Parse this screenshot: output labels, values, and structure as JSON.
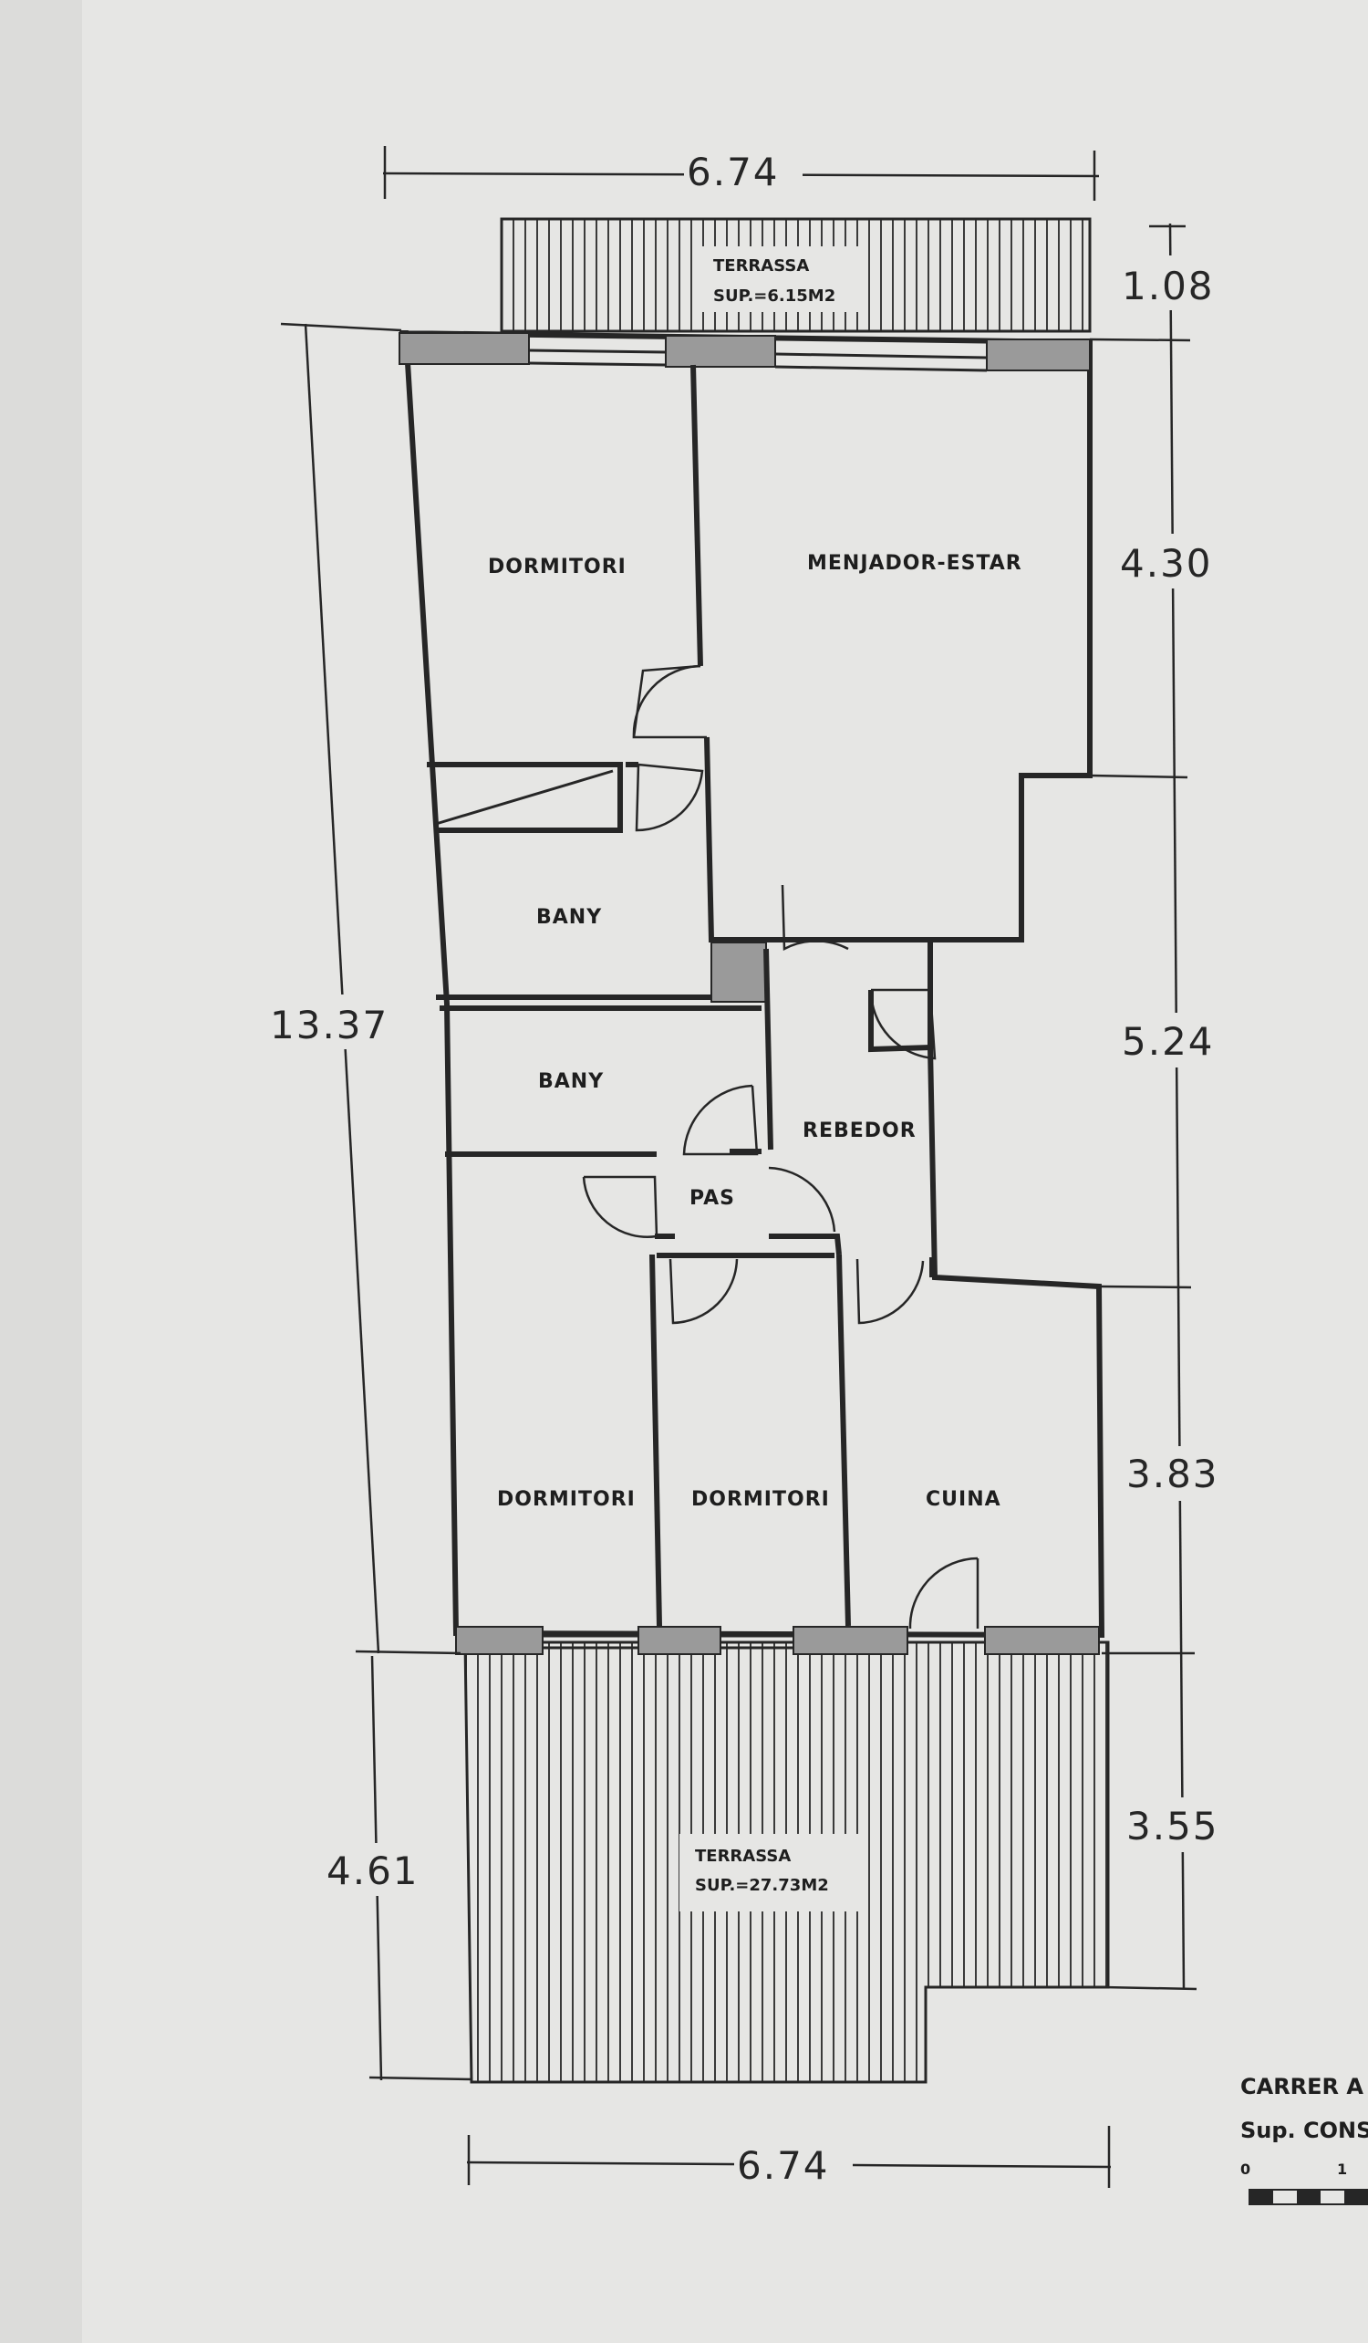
{
  "rooms": {
    "dormitori_1": "DORMITORI",
    "menjador": "MENJADOR-ESTAR",
    "bany_1": "BANY",
    "bany_2": "BANY",
    "rebedor": "REBEDOR",
    "pas": "PAS",
    "dormitori_2": "DORMITORI",
    "dormitori_3": "DORMITORI",
    "cuina": "CUINA"
  },
  "terraces": {
    "top": {
      "name": "TERRASSA",
      "area": "SUP.=6.15M2"
    },
    "bottom": {
      "name": "TERRASSA",
      "area": "SUP.=27.73M2"
    }
  },
  "dimensions": {
    "top_width": "6.74",
    "bottom_width": "6.74",
    "overall_height": "13.37",
    "bottom_terrace_depth": "4.61",
    "right_segments": [
      "1.08",
      "4.30",
      "5.24",
      "3.83",
      "3.55"
    ]
  },
  "footer": {
    "street": "CARRER A",
    "surface": "Sup. CONS",
    "scale_ticks": [
      "0",
      "1"
    ]
  },
  "colors": {
    "ink": "#262626",
    "paper": "#e6e6e4",
    "hatch": "#3a3a3a"
  }
}
